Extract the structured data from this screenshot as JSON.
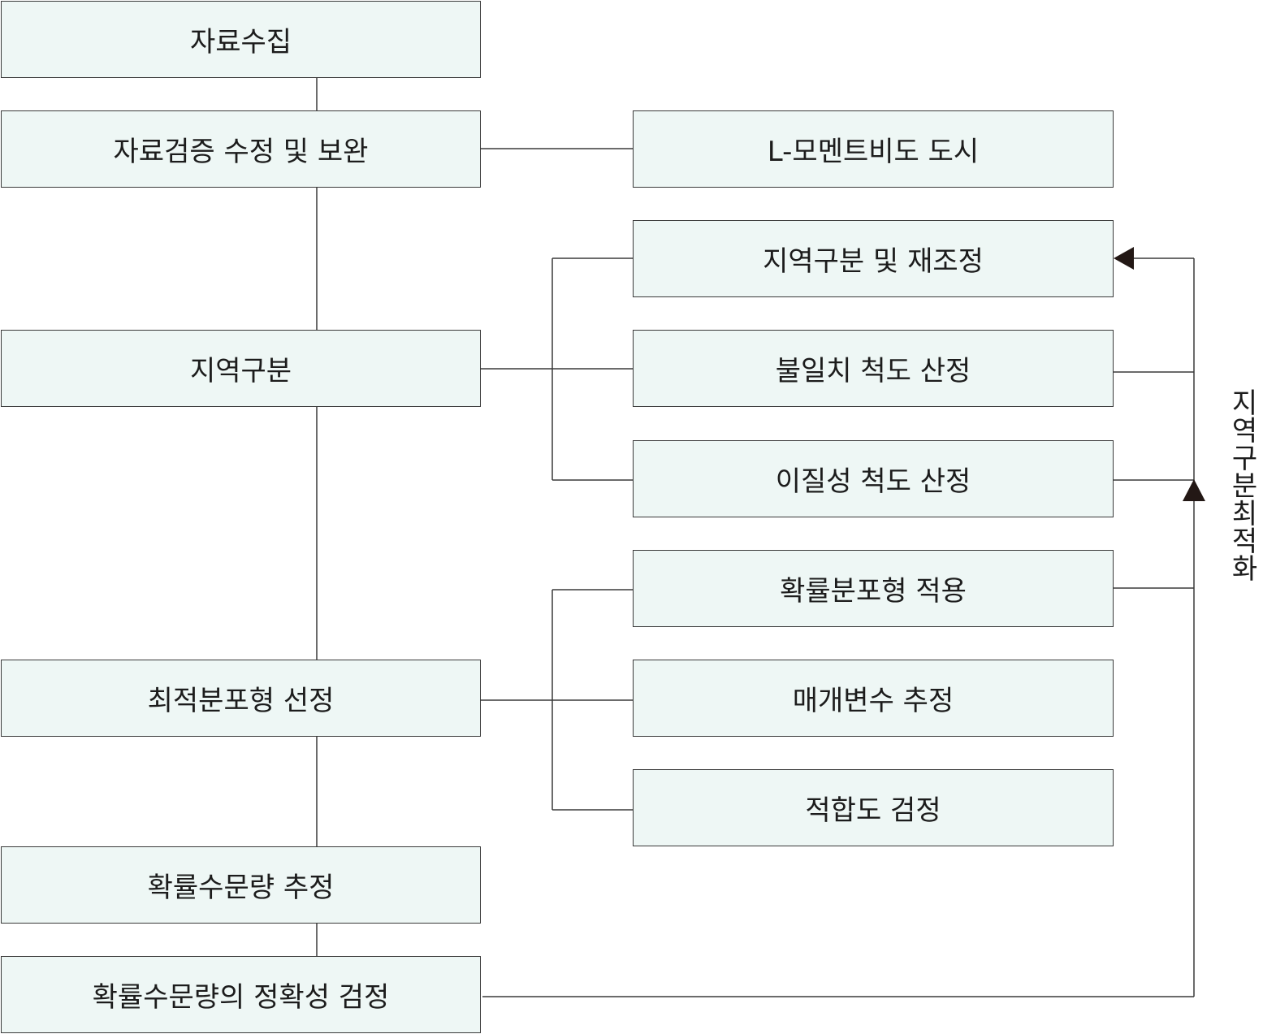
{
  "left_column": {
    "collect": "자료수집",
    "verify": "자료검증 수정 및 보완",
    "region": "지역구분",
    "optimal": "최적분포형 선정",
    "estimate": "확률수문량 추정",
    "accuracy": "확률수문량의 정확성 검정"
  },
  "right_column": {
    "lmoment": "L-모멘트비도 도시",
    "reclassify": "지역구분 및 재조정",
    "discordancy": "불일치 척도 산정",
    "heterogeneity": "이질성 척도 산정",
    "apply_dist": "확률분포형 적용",
    "params": "매개변수 추정",
    "goodness": "적합도 검정"
  },
  "side_label": "지역구분최적화"
}
